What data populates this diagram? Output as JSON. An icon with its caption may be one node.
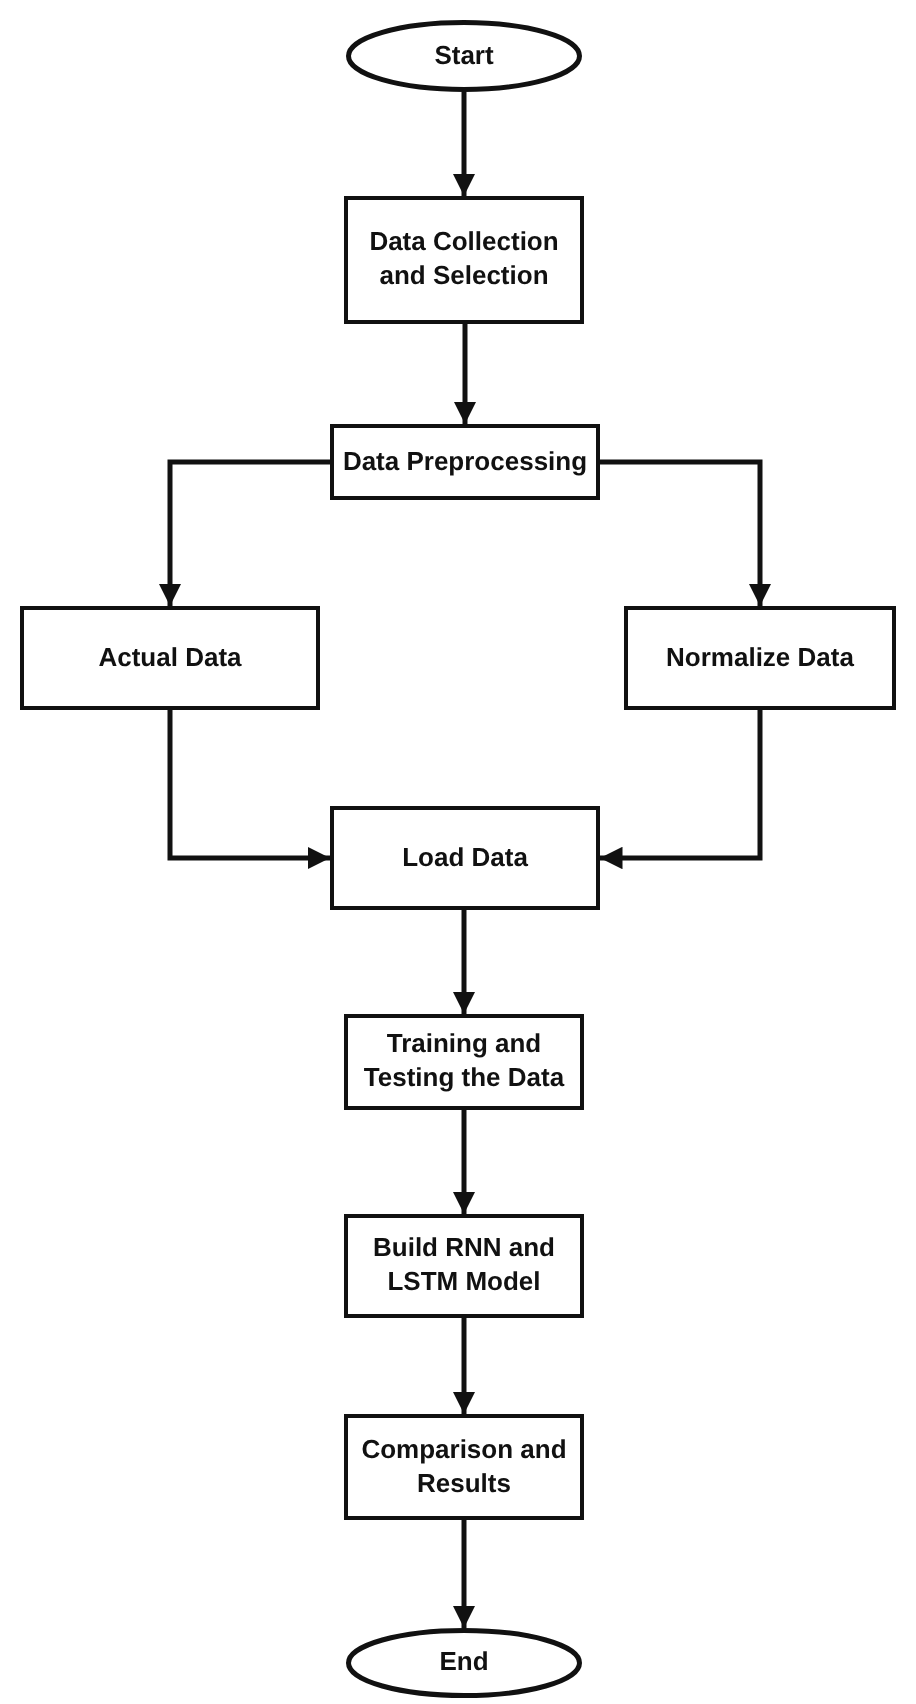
{
  "diagram": {
    "nodes": [
      {
        "text": [
          "Start"
        ]
      },
      {
        "text": [
          "Data Collection and Selection"
        ]
      },
      {
        "text": [
          "Data Preprocessing"
        ]
      },
      {
        "text": [
          "Actual Data"
        ]
      },
      {
        "text": [
          "Normalize Data"
        ]
      },
      {
        "text": [
          "Load Data"
        ]
      },
      {
        "text": [
          "Training and Testing the Data"
        ]
      },
      {
        "text": [
          "Build RNN and LSTM Model"
        ]
      },
      {
        "text": [
          "Comparison and Results"
        ]
      },
      {
        "text": [
          "End"
        ]
      }
    ],
    "edges": [
      {
        "from": 0,
        "to": 1,
        "arrow": "to"
      },
      {
        "from": 1,
        "to": 2,
        "arrow": "to"
      },
      {
        "from": 2,
        "to": 3,
        "arrow": "to"
      },
      {
        "from": 2,
        "to": 4,
        "arrow": "to"
      },
      {
        "from": 3,
        "to": 5,
        "arrow": "to"
      },
      {
        "from": 4,
        "to": 5,
        "arrow": "to"
      },
      {
        "from": 5,
        "to": 6,
        "arrow": "to"
      },
      {
        "from": 6,
        "to": 7,
        "arrow": "to"
      },
      {
        "from": 7,
        "to": 8,
        "arrow": "to"
      },
      {
        "from": 8,
        "to": 9,
        "arrow": "to"
      }
    ]
  }
}
